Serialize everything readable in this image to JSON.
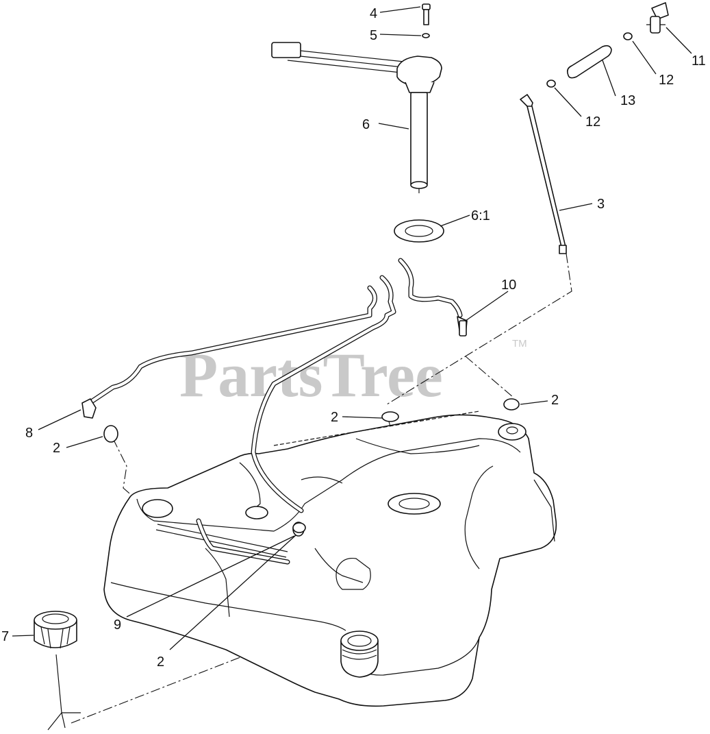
{
  "watermark": {
    "text": "PartsTree",
    "trademark": "TM"
  },
  "labels": [
    {
      "id": "4",
      "text": "4"
    },
    {
      "id": "5",
      "text": "5"
    },
    {
      "id": "6",
      "text": "6"
    },
    {
      "id": "6-1",
      "text": "6:1"
    },
    {
      "id": "11",
      "text": "11"
    },
    {
      "id": "12a",
      "text": "12"
    },
    {
      "id": "12b",
      "text": "12"
    },
    {
      "id": "13",
      "text": "13"
    },
    {
      "id": "3",
      "text": "3"
    },
    {
      "id": "10",
      "text": "10"
    },
    {
      "id": "8",
      "text": "8"
    },
    {
      "id": "2a",
      "text": "2"
    },
    {
      "id": "2b",
      "text": "2"
    },
    {
      "id": "2c",
      "text": "2"
    },
    {
      "id": "2d",
      "text": "2"
    },
    {
      "id": "9",
      "text": "9"
    },
    {
      "id": "7",
      "text": "7"
    }
  ]
}
